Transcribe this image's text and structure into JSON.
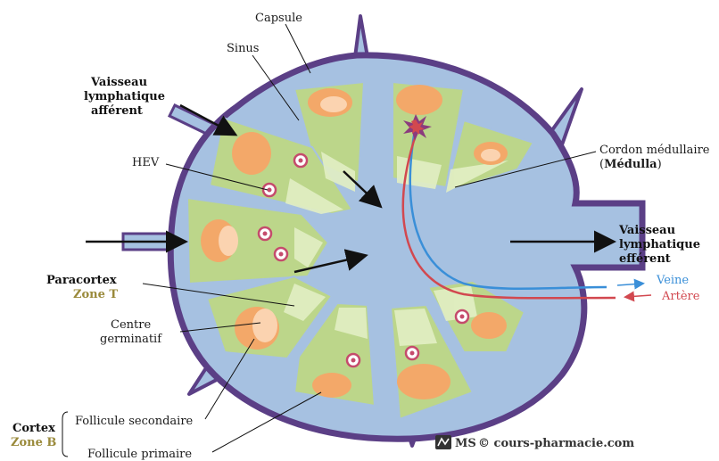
{
  "labels": {
    "capsule": "Capsule",
    "sinus": "Sinus",
    "vaisseau_afferent": [
      "Vaisseau",
      "lymphatique",
      "afférent"
    ],
    "hev": "HEV",
    "cordon": [
      "Cordon médullaire",
      "(",
      "Médulla",
      ")"
    ],
    "vaisseau_efferent": [
      "Vaisseau",
      "lymphatique",
      "efférent"
    ],
    "veine": "Veine",
    "artere": "Artère",
    "paracortex": "Paracortex",
    "zone_t": "Zone T",
    "centre_germinatif": [
      "Centre",
      "germinatif"
    ],
    "cortex": "Cortex",
    "zone_b": "Zone B",
    "follicule_secondaire": "Follicule secondaire",
    "follicule_primaire": "Follicule primaire"
  },
  "watermark": {
    "logo": "MS",
    "text": "© cours-pharmacie.com"
  },
  "colors": {
    "capsule": "#5b3f86",
    "sinus": "#a6c1e1",
    "cortex_green": "#bcd68a",
    "cortex_light": "#e2efc4",
    "follicle": "#f3a869",
    "follicle_center": "#fbd3b0",
    "vein": "#3a8fd8",
    "artery": "#d2484f",
    "zone_color": "#9a8a3b"
  },
  "icons": {
    "logo": "ms-logo-icon",
    "star": "burst-star-icon"
  }
}
